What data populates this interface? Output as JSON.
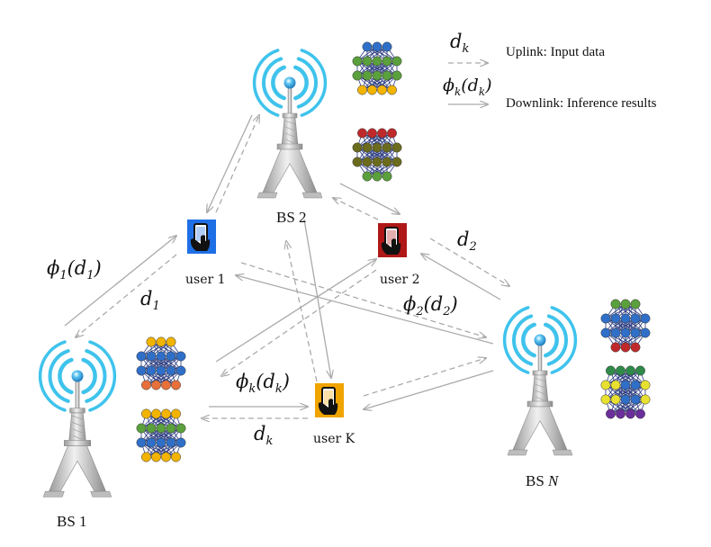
{
  "legend": {
    "uplink_symbol": "d_k",
    "uplink_text": "Uplink: Input data",
    "downlink_symbol": "ϕ_k(d_k)",
    "downlink_text": "Downlink: Inference results"
  },
  "base_stations": [
    {
      "id": "bs1",
      "label": "BS 1"
    },
    {
      "id": "bs2",
      "label": "BS 2"
    },
    {
      "id": "bsn",
      "label": "BS N"
    }
  ],
  "users": [
    {
      "id": "user1",
      "label": "user 1",
      "color": "#1e6fe6"
    },
    {
      "id": "user2",
      "label": "user 2",
      "color": "#b01818"
    },
    {
      "id": "userk",
      "label": "user K",
      "color": "#f0a400"
    }
  ],
  "link_labels": {
    "phi1_d1": "ϕ1(d1)",
    "d1": "d1",
    "d2": "d2",
    "phi2_d2": "ϕ2(d2)",
    "phik_dk": "ϕk(dk)",
    "dk": "dk"
  },
  "colors": {
    "antenna_waves": "#3fc3ec",
    "tower": "#c8c8c8",
    "arrow": "#aaaaaa",
    "nn_edge": "#2a3a80"
  },
  "neural_networks": [
    {
      "id": "nn-bs2-top",
      "layers": [
        [
          "#2f6fc8",
          "#2f6fc8",
          "#2f6fc8"
        ],
        [
          "#5aa03c",
          "#5aa03c",
          "#5aa03c",
          "#5aa03c",
          "#5aa03c"
        ],
        [
          "#5aa03c",
          "#5aa03c",
          "#5aa03c",
          "#5aa03c",
          "#5aa03c"
        ],
        [
          "#f2b400",
          "#f2b400",
          "#f2b400",
          "#f2b400"
        ]
      ]
    },
    {
      "id": "nn-bs2-bottom",
      "layers": [
        [
          "#c0292b",
          "#c0292b",
          "#c0292b",
          "#c0292b"
        ],
        [
          "#6b6b1e",
          "#6b6b1e",
          "#6b6b1e",
          "#6b6b1e",
          "#6b6b1e"
        ],
        [
          "#6b6b1e",
          "#6b6b1e",
          "#6b6b1e",
          "#6b6b1e",
          "#6b6b1e"
        ],
        [
          "#5aa03c",
          "#5aa03c",
          "#5aa03c"
        ]
      ]
    },
    {
      "id": "nn-bs1-top",
      "layers": [
        [
          "#f2b400",
          "#f2b400",
          "#f2b400"
        ],
        [
          "#2f6fc8",
          "#2f6fc8",
          "#2f6fc8",
          "#2f6fc8",
          "#2f6fc8"
        ],
        [
          "#2f6fc8",
          "#2f6fc8",
          "#2f6fc8",
          "#2f6fc8",
          "#2f6fc8"
        ],
        [
          "#e8703a",
          "#e8703a",
          "#e8703a",
          "#e8703a"
        ]
      ]
    },
    {
      "id": "nn-bs1-bottom",
      "layers": [
        [
          "#f2b400",
          "#f2b400",
          "#f2b400",
          "#f2b400"
        ],
        [
          "#5aa03c",
          "#5aa03c",
          "#5aa03c",
          "#5aa03c",
          "#5aa03c"
        ],
        [
          "#2f6fc8",
          "#2f6fc8",
          "#2f6fc8",
          "#2f6fc8",
          "#2f6fc8"
        ],
        [
          "#f2b400",
          "#f2b400",
          "#f2b400",
          "#f2b400"
        ]
      ]
    },
    {
      "id": "nn-bsn-top",
      "layers": [
        [
          "#5aa03c",
          "#5aa03c",
          "#5aa03c"
        ],
        [
          "#2f6fc8",
          "#2f6fc8",
          "#2f6fc8",
          "#2f6fc8",
          "#2f6fc8"
        ],
        [
          "#2f6fc8",
          "#2f6fc8",
          "#2f6fc8",
          "#2f6fc8",
          "#2f6fc8"
        ],
        [
          "#c0292b",
          "#c0292b",
          "#c0292b"
        ]
      ]
    },
    {
      "id": "nn-bsn-bottom",
      "layers": [
        [
          "#2f8a4a",
          "#2f8a4a",
          "#2f8a4a",
          "#2f8a4a"
        ],
        [
          "#e8e030",
          "#e8e030",
          "#2f6fc8",
          "#2f6fc8",
          "#e8e030"
        ],
        [
          "#e8e030",
          "#e8e030",
          "#2f6fc8",
          "#2f6fc8",
          "#e8e030"
        ],
        [
          "#6a2f9a",
          "#6a2f9a",
          "#6a2f9a",
          "#6a2f9a"
        ]
      ]
    }
  ]
}
